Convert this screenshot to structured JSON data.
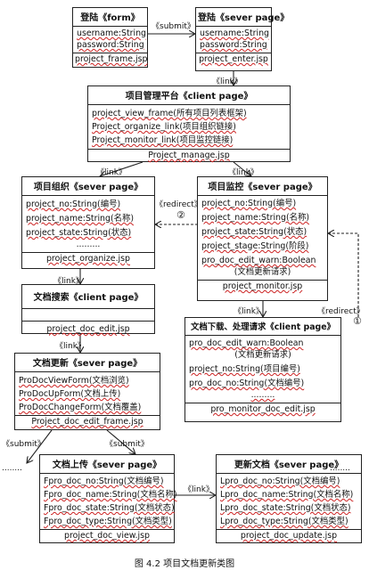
{
  "boxes": {
    "login_form": {
      "title": "登陆《form》",
      "attrs": [
        "username:String",
        "password:String"
      ],
      "ops": "project_frame.jsp"
    },
    "login_server": {
      "title": "登陆《sever page》",
      "attrs": [
        "username:String",
        "password:String"
      ],
      "ops": "project_enter.jsp"
    },
    "pm_platform": {
      "title": "项目管理平台《client page》",
      "attrs": [
        "project_view_frame(所有项目列表框架)",
        "Project_organize_link(项目组织链接)",
        "Project_monitor_link(项目监控链接)"
      ],
      "ops": "Project_manage.jsp"
    },
    "proj_org": {
      "title": "项目组织《sever page》",
      "attrs": [
        "project_no:String(编号)",
        "project_name:String(名称)",
        "project_state:String(状态)"
      ],
      "dots": ".........",
      "ops": "project_organize.jsp"
    },
    "proj_mon": {
      "title": "项目监控《sever page》",
      "attrs": [
        "project_no:String(编号)",
        "project_name:String(名称)",
        "project_state:String(状态)",
        "project_stage:String(阶段)",
        "pro_doc_edit_warn:Boolean",
        "(文档更新请求)"
      ],
      "ops": "project_monitor.jsp"
    },
    "doc_search": {
      "title": "文档搜索《client page》",
      "attrs": [],
      "ops": "project_doc_edit.jsp"
    },
    "doc_download": {
      "title": "文档下载、处理请求《client page》",
      "attrs": [
        "pro_doc_edit_warn:Boolean",
        "(文档更新请求)",
        "project_no:String(项目编号)",
        "pro_doc_no:String(文档编号)"
      ],
      "dots": ".........",
      "ops": "pro_monitor_doc_edit.jsp"
    },
    "doc_update": {
      "title": "文档更新《sever page》",
      "attrs": [
        "ProDocViewForm(文档浏览)",
        "ProDocUpForm(文档上传)",
        "ProDocChangeForm(文档覆盖)"
      ],
      "ops": "Project_doc_edit_frame.jsp"
    },
    "doc_upload": {
      "title": "文档上传《sever page》",
      "attrs": [
        "Fpro_doc_no:String(文档编号)",
        "Fpro_doc_name:String(文档名称)",
        "Fpro_doc_state:String(文档状态)",
        "Fpro_doc_type:String(文档类型)"
      ],
      "ops": "project_doc_view.jsp"
    },
    "doc_new": {
      "title": "更新文档《sever page》",
      "attrs": [
        "Lpro_doc_no:String(文档编号)",
        "Lpro_doc_name:String(文档名称)",
        "Lpro_doc_state:String(文档状态)",
        "Lpro_doc_type:String(文档类型)"
      ],
      "ops": "project_doc_update.jsp"
    }
  },
  "labels": {
    "submit_top": "《submit》",
    "link_1": "《link》",
    "link_2": "《link》",
    "link_3": "《link》",
    "redirect_1": "《redirect》",
    "num_2": "②",
    "link_4": "《link》",
    "link_5": "《link》",
    "redirect_2": "《redirect》",
    "num_1": "①",
    "link_6": "《link》",
    "submit_left": "《submit》",
    "submit_right": "《submit》",
    "link_7": "《link》",
    "dots_left": "........",
    "dots_right": "........"
  },
  "caption": "图 4.2 项目文档更新类图"
}
